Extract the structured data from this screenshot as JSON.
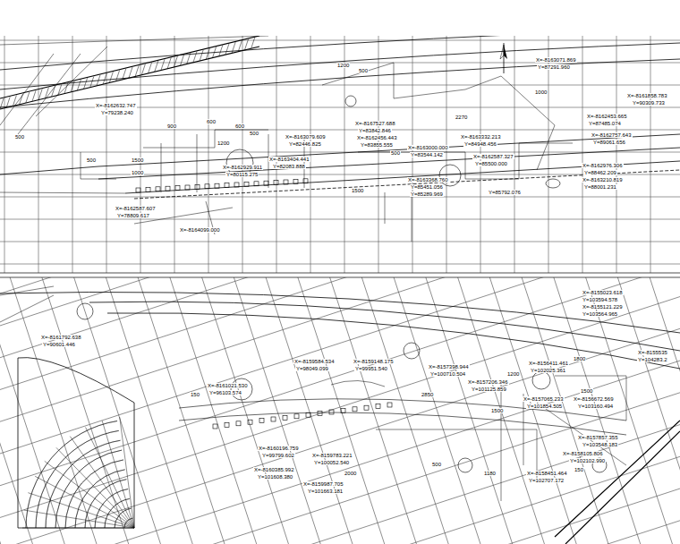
{
  "diagram": {
    "labels": [
      "X=-8162632.747",
      "Y=79238.240",
      "X=-8163071.869",
      "Y=87291.960",
      "X=-8161858.783",
      "Y=90309.733",
      "X=-8162453.665",
      "Y=87485.074",
      "X=-8162757.643",
      "Y=89061.656",
      "X=-8167527.688",
      "Y=83842.846",
      "X=-8162456.443",
      "Y=83855.555",
      "X=-8163332.213",
      "Y=84948.456",
      "X=-8163000.000",
      "Y=83544.142",
      "X=-8163079.609",
      "Y=82446.825",
      "X=-8163404.441",
      "Y=82083.888",
      "X=-8162929.911",
      "Y=80115.275",
      "X=-8162587.327",
      "Y=85500.000",
      "X=-8162976.306",
      "Y=88462.209",
      "X=-8163210.819",
      "Y=88001.231",
      "X=-8163368.760",
      "Y=85451.056",
      "Y=85289.969",
      "Y=85792.076",
      "X=-8162587.607",
      "Y=78809.617",
      "X=-8164099.000",
      "1200",
      "500",
      "2270",
      "1000",
      "500",
      "900",
      "600",
      "600",
      "500",
      "1200",
      "500",
      "500",
      "1500",
      "1000",
      "1500",
      "X=-8161792.638",
      "Y=90601.446",
      "X=-8161021.530",
      "Y=96103.574",
      "X=-8159584.534",
      "Y=98049.099",
      "X=-8159148.175",
      "Y=99951.540",
      "X=-8157398.944",
      "Y=100710.504",
      "X=-8157206.346",
      "Y=101125.859",
      "X=-8156411.461",
      "Y=102025.361",
      "X=-8155023.618",
      "Y=103594.578",
      "X=-8155121.229",
      "Y=103564.965",
      "X=-8155535",
      "Y=104283.2",
      "X=-8157065.233",
      "Y=101854.505",
      "X=-8156672.569",
      "Y=103160.494",
      "X=-8157857.355",
      "Y=103548.183",
      "X=-8158105.806",
      "Y=102102.990",
      "X=-8158451.464",
      "Y=102707.172",
      "X=-8160196.759",
      "Y=99799.602",
      "X=-8159783.221",
      "Y=100052.540",
      "X=-8160385.992",
      "Y=101608.380",
      "X=-8159987.705",
      "Y=101663.181",
      "2850",
      "1500",
      "1180",
      "500",
      "2000",
      "1200",
      "1500",
      "1800",
      "150",
      "150"
    ]
  }
}
